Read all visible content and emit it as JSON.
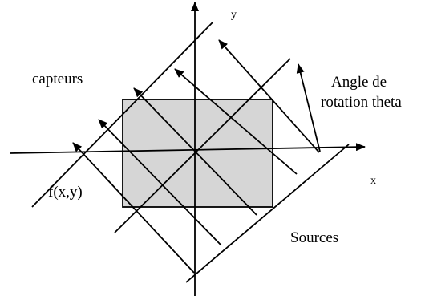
{
  "labels": {
    "y_axis": "y",
    "x_axis": "x",
    "sensors": "capteurs",
    "angle_line1": "Angle de",
    "angle_line2": "rotation theta",
    "function": "f(x,y)",
    "sources": "Sources"
  }
}
